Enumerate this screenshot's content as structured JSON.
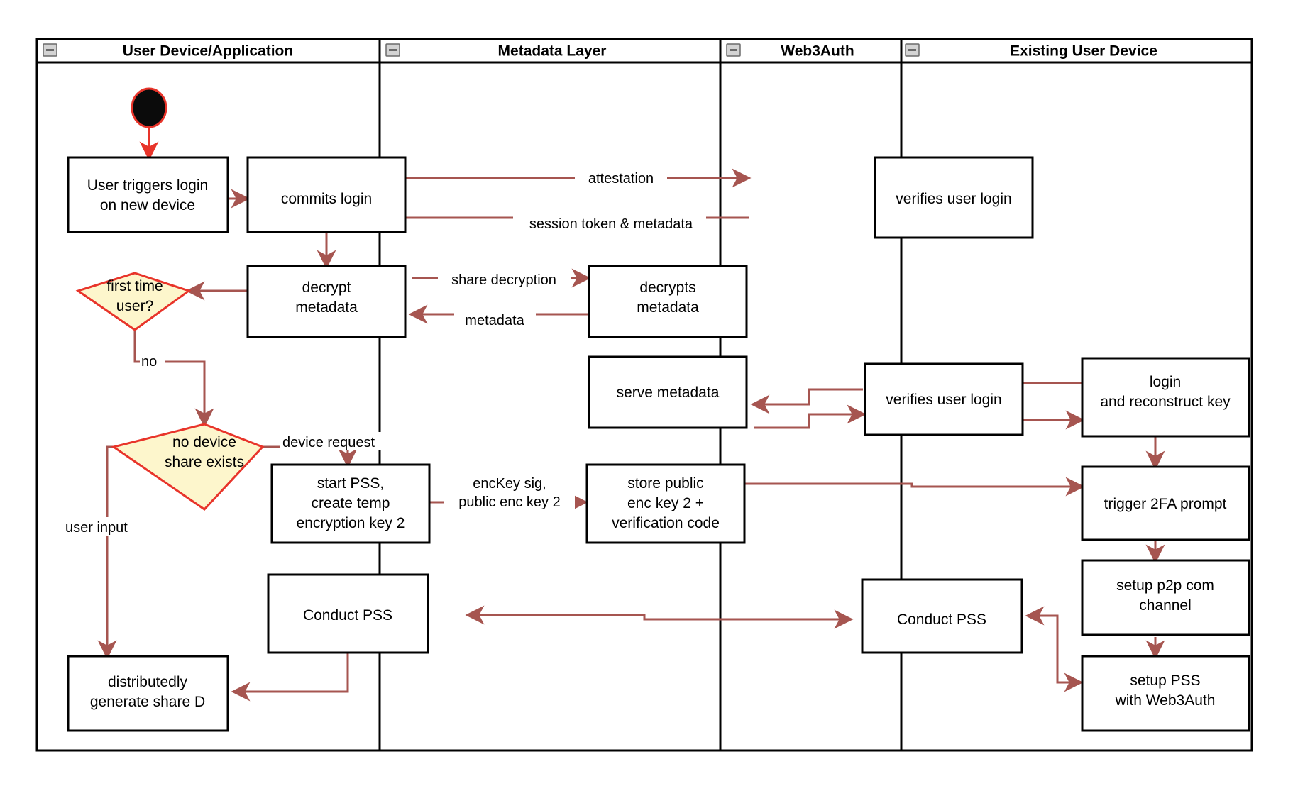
{
  "diagram": {
    "title": "Web3Auth new-device login and PSS key-share activity diagram",
    "colors": {
      "flow_arrow": "#a65550",
      "start_arrow": "#e8342a",
      "decision_fill": "#fdf6cc",
      "decision_stroke": "#e8342a",
      "box_stroke": "#000000",
      "box_fill": "#ffffff",
      "lane_stroke": "#000000"
    },
    "lanes": [
      {
        "id": "user-device-application",
        "label": "User Device/Application",
        "collapse_icon": "minus-icon"
      },
      {
        "id": "metadata-layer",
        "label": "Metadata Layer",
        "collapse_icon": "minus-icon"
      },
      {
        "id": "web3auth",
        "label": "Web3Auth",
        "collapse_icon": "minus-icon"
      },
      {
        "id": "existing-user-device",
        "label": "Existing User Device",
        "collapse_icon": "minus-icon"
      }
    ],
    "nodes": {
      "start": {
        "type": "initial-node",
        "label": ""
      },
      "user_triggers_login": {
        "type": "action",
        "lines": [
          "User triggers login",
          "on new device"
        ]
      },
      "commits_login": {
        "type": "action",
        "lines": [
          "commits login"
        ]
      },
      "decrypt_metadata": {
        "type": "action",
        "lines": [
          "decrypt",
          "metadata"
        ]
      },
      "first_time_user": {
        "type": "decision",
        "lines": [
          "first time",
          "user?"
        ]
      },
      "no_device_share_exists": {
        "type": "decision",
        "lines": [
          "no device",
          "share exists"
        ]
      },
      "start_pss": {
        "type": "action",
        "lines": [
          "start PSS,",
          "create temp",
          "encryption key 2"
        ]
      },
      "conduct_pss_user": {
        "type": "action",
        "lines": [
          "Conduct PSS"
        ]
      },
      "distributedly_generate_share_d": {
        "type": "action",
        "lines": [
          "distributedly",
          "generate share D"
        ]
      },
      "decrypts_metadata": {
        "type": "action",
        "lines": [
          "decrypts",
          "metadata"
        ]
      },
      "serve_metadata": {
        "type": "action",
        "lines": [
          "serve metadata"
        ]
      },
      "store_public_enc_key": {
        "type": "action",
        "lines": [
          "store public",
          "enc key 2 +",
          "verification code"
        ]
      },
      "verifies_user_login_1": {
        "type": "action",
        "lines": [
          "verifies user login"
        ]
      },
      "verifies_user_login_2": {
        "type": "action",
        "lines": [
          "verifies user login"
        ]
      },
      "conduct_pss_web3auth": {
        "type": "action",
        "lines": [
          "Conduct PSS"
        ]
      },
      "login_and_reconstruct_key": {
        "type": "action",
        "lines": [
          "login",
          "and reconstruct key"
        ]
      },
      "trigger_2fa_prompt": {
        "type": "action",
        "lines": [
          "trigger 2FA prompt"
        ]
      },
      "setup_p2p_com_channel": {
        "type": "action",
        "lines": [
          "setup p2p com",
          "channel"
        ]
      },
      "setup_pss_with_web3auth": {
        "type": "action",
        "lines": [
          "setup PSS",
          "with Web3Auth"
        ]
      }
    },
    "edge_labels": {
      "attestation": "attestation",
      "session_token": "session token & metadata",
      "share_decryption": "share decryption",
      "metadata": "metadata",
      "no": "no",
      "user_input": "user input",
      "device_request": "device request",
      "enc_key_sig_line1": "encKey sig,",
      "enc_key_sig_line2": "public enc key 2"
    }
  }
}
